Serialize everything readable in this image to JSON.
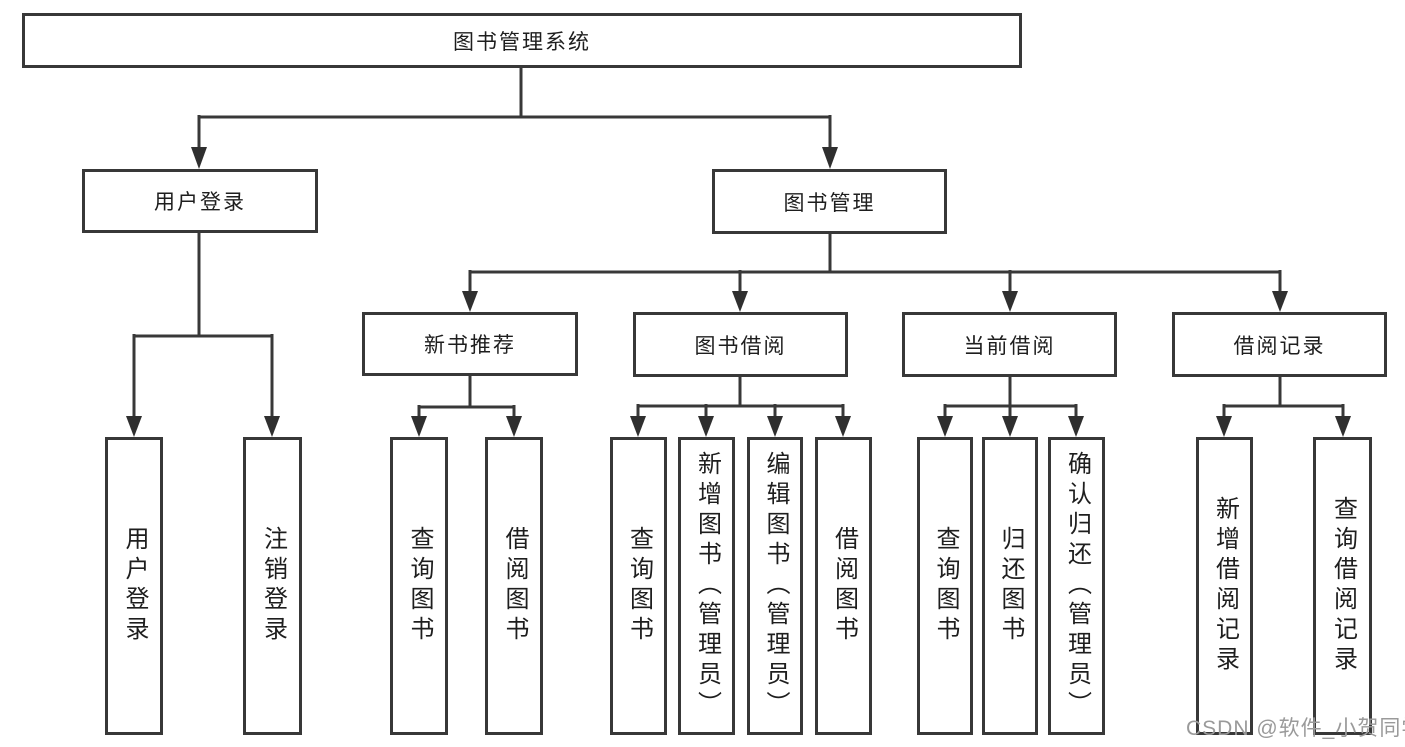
{
  "diagram": {
    "tree": {
      "label": "图书管理系统",
      "children": [
        {
          "label": "用户登录",
          "children": [
            {
              "label": "用户登录"
            },
            {
              "label": "注销登录"
            }
          ]
        },
        {
          "label": "图书管理",
          "children": [
            {
              "label": "新书推荐",
              "children": [
                {
                  "label": "查询图书"
                },
                {
                  "label": "借阅图书"
                }
              ]
            },
            {
              "label": "图书借阅",
              "children": [
                {
                  "label": "查询图书"
                },
                {
                  "label": "新增图书（管理员）"
                },
                {
                  "label": "编辑图书（管理员）"
                },
                {
                  "label": "借阅图书"
                }
              ]
            },
            {
              "label": "当前借阅",
              "children": [
                {
                  "label": "查询图书"
                },
                {
                  "label": "归还图书"
                },
                {
                  "label": "确认归还（管理员）"
                }
              ]
            },
            {
              "label": "借阅记录",
              "children": [
                {
                  "label": "新增借阅记录"
                },
                {
                  "label": "查询借阅记录"
                }
              ]
            }
          ]
        }
      ]
    },
    "colors": {
      "line": "#383838",
      "arrow": "#2f2f2f",
      "text": "#1e1e1e",
      "background": "#ffffff",
      "watermark_color": "#9a9a9a"
    }
  },
  "watermark": {
    "text": "CSDN @软件_小贺同学"
  }
}
